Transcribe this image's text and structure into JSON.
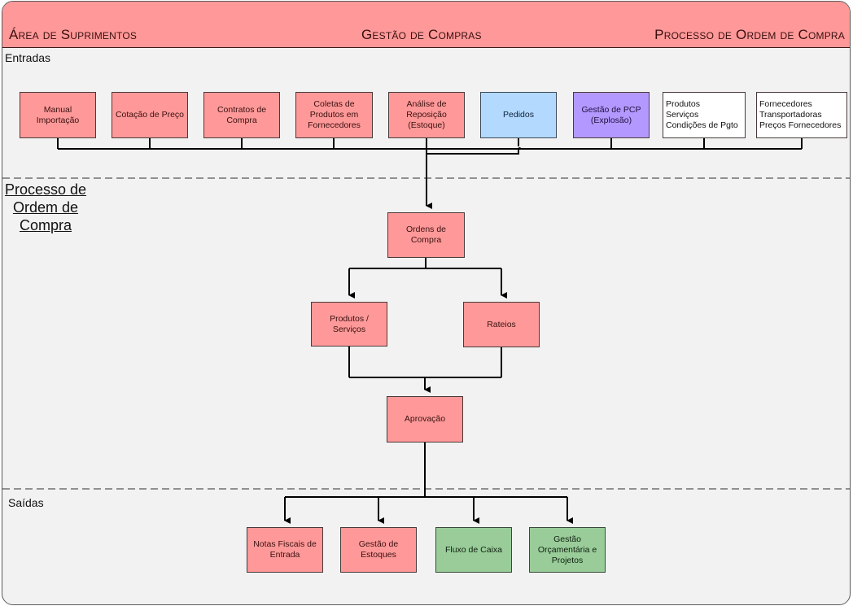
{
  "header": {
    "left_title": "Área de Suprimentos",
    "center_title": "Gestão de Compras",
    "right_title": "Processo de Ordem de Compra",
    "color": "#ff9999"
  },
  "sections": {
    "inputs_label": "Entradas",
    "process_label": "Processo de Ordem de Compra",
    "outputs_label": "Saídas"
  },
  "inputs": [
    {
      "id": "manual-importacao",
      "label": "Manual\nImportação",
      "style": "pink"
    },
    {
      "id": "cotacao-de-preco",
      "label": "Cotação de Preço",
      "style": "pink"
    },
    {
      "id": "contratos-de-compra",
      "label": "Contratos de\nCompra",
      "style": "pink"
    },
    {
      "id": "coletas-de-produtos",
      "label": "Coletas de\nProdutos em\nFornecedores",
      "style": "pink"
    },
    {
      "id": "analise-de-reposicao",
      "label": "Análise de\nReposição\n(Estoque)",
      "style": "pink"
    },
    {
      "id": "pedidos",
      "label": "Pedidos",
      "style": "blue"
    },
    {
      "id": "gestao-de-pcp",
      "label": "Gestão de PCP\n(Explosão)",
      "style": "purple"
    },
    {
      "id": "produtos-servicos-condicoes",
      "label": "Produtos\nServiços\nCondições de Pgto",
      "style": "white"
    },
    {
      "id": "fornecedores-transportadoras",
      "label": "Fornecedores\nTransportadoras\nPreços Fornecedores",
      "style": "white"
    }
  ],
  "process": {
    "ordens_de_compra": "Ordens de\nCompra",
    "produtos_servicos": "Produtos /\nServiços",
    "rateios": "Rateios",
    "aprovacao": "Aprovação"
  },
  "outputs": [
    {
      "id": "notas-fiscais-de-entrada",
      "label": "Notas Fiscais de\nEntrada",
      "style": "pink"
    },
    {
      "id": "gestao-de-estoques",
      "label": "Gestão de\nEstoques",
      "style": "pink"
    },
    {
      "id": "fluxo-de-caixa",
      "label": "Fluxo de Caixa",
      "style": "green"
    },
    {
      "id": "gestao-orcamentaria",
      "label": "Gestão\nOrçamentária e\nProjetos",
      "style": "green"
    }
  ],
  "colors": {
    "pink": "#ff9999",
    "blue": "#b3d9ff",
    "purple": "#b399ff",
    "green": "#99cc99",
    "white": "#ffffff",
    "background": "#f2f2f2"
  }
}
